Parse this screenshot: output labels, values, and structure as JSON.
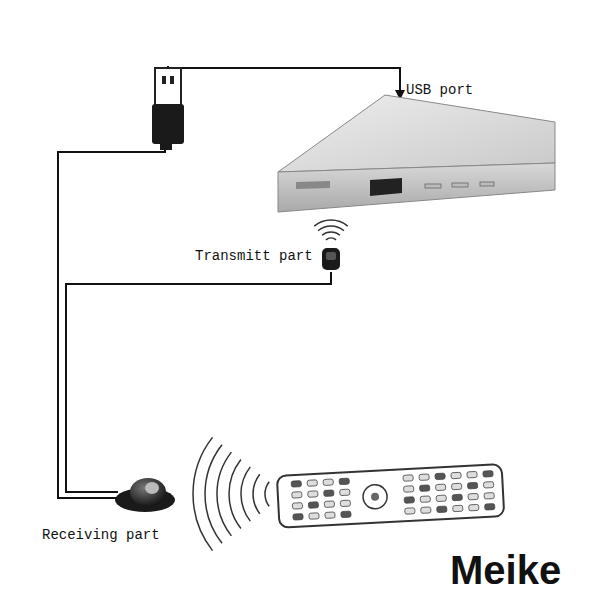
{
  "diagram": {
    "labels": [
      "USB port",
      "Transmitt part",
      "Receiving part",
      "Meike"
    ]
  }
}
